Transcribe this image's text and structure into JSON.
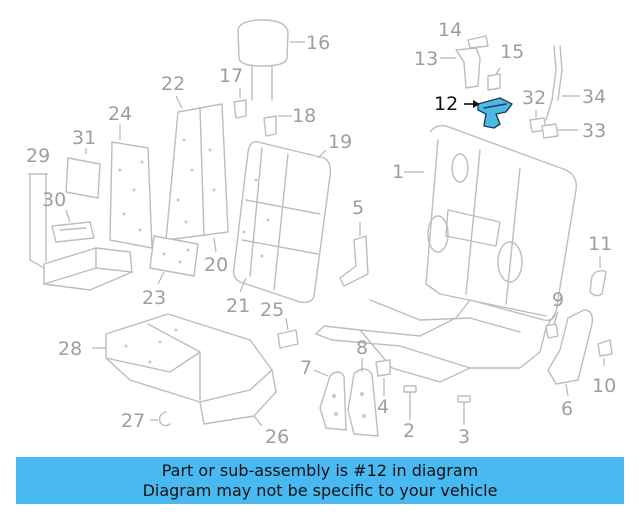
{
  "diagram": {
    "highlighted_part": "12",
    "colors": {
      "highlight": "#4fb9e6",
      "banner": "#49b9f1",
      "line": "#bdbdbd"
    },
    "callouts": [
      {
        "id": "1",
        "label": "1"
      },
      {
        "id": "2",
        "label": "2"
      },
      {
        "id": "3",
        "label": "3"
      },
      {
        "id": "4",
        "label": "4"
      },
      {
        "id": "5",
        "label": "5"
      },
      {
        "id": "6",
        "label": "6"
      },
      {
        "id": "7",
        "label": "7"
      },
      {
        "id": "8",
        "label": "8"
      },
      {
        "id": "9",
        "label": "9"
      },
      {
        "id": "10",
        "label": "10"
      },
      {
        "id": "11",
        "label": "11"
      },
      {
        "id": "12",
        "label": "12"
      },
      {
        "id": "13",
        "label": "13"
      },
      {
        "id": "14",
        "label": "14"
      },
      {
        "id": "15",
        "label": "15"
      },
      {
        "id": "16",
        "label": "16"
      },
      {
        "id": "17",
        "label": "17"
      },
      {
        "id": "18",
        "label": "18"
      },
      {
        "id": "19",
        "label": "19"
      },
      {
        "id": "20",
        "label": "20"
      },
      {
        "id": "21",
        "label": "21"
      },
      {
        "id": "22",
        "label": "22"
      },
      {
        "id": "23",
        "label": "23"
      },
      {
        "id": "24",
        "label": "24"
      },
      {
        "id": "25",
        "label": "25"
      },
      {
        "id": "26",
        "label": "26"
      },
      {
        "id": "27",
        "label": "27"
      },
      {
        "id": "28",
        "label": "28"
      },
      {
        "id": "29",
        "label": "29"
      },
      {
        "id": "30",
        "label": "30"
      },
      {
        "id": "31",
        "label": "31"
      },
      {
        "id": "32",
        "label": "32"
      },
      {
        "id": "33",
        "label": "33"
      },
      {
        "id": "34",
        "label": "34"
      }
    ]
  },
  "banner": {
    "line1": "Part or sub-assembly is #12 in diagram",
    "line2": "Diagram may not be specific to your vehicle"
  }
}
